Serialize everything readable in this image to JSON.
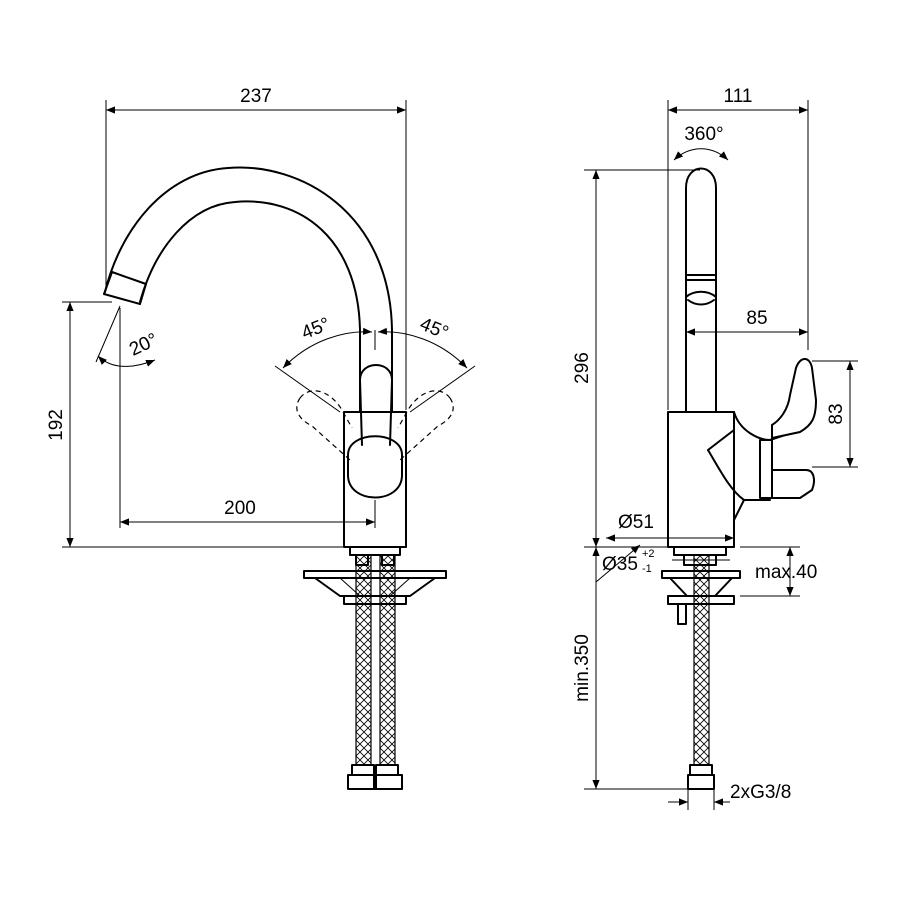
{
  "front_view": {
    "width_dim": "237",
    "reach_dim": "200",
    "height_dim": "192",
    "spout_angle": "20°",
    "lever_angle_left": "45°",
    "lever_angle_right": "45°"
  },
  "side_view": {
    "depth_dim": "111",
    "rotation": "360°",
    "height_dim": "296",
    "lever_reach_dim": "85",
    "lever_height_dim": "83",
    "body_diameter": "Ø51",
    "hole_diameter": "Ø35",
    "hole_tol_upper": "+2",
    "hole_tol_lower": "-1",
    "max_deck": "max.40",
    "min_hose": "min.350",
    "connection": "2xG3/8"
  }
}
